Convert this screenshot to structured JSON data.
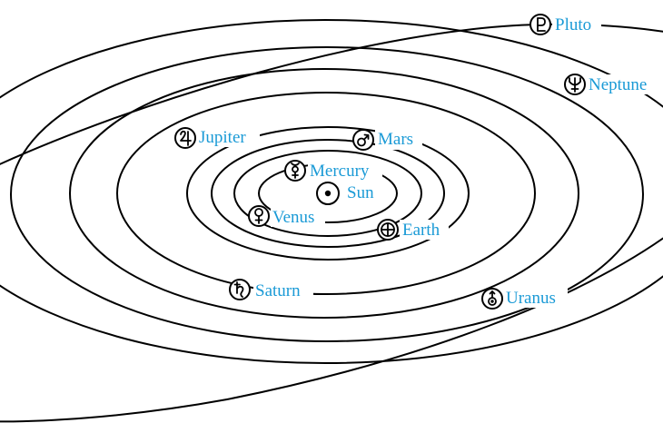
{
  "labels": {
    "sun": "Sun",
    "mercury": "Mercury",
    "venus": "Venus",
    "earth": "Earth",
    "mars": "Mars",
    "jupiter": "Jupiter",
    "saturn": "Saturn",
    "uranus": "Uranus",
    "neptune": "Neptune",
    "pluto": "Pluto"
  },
  "colors": {
    "label": "#1a9ad6",
    "line": "#000000",
    "background": "#ffffff"
  }
}
